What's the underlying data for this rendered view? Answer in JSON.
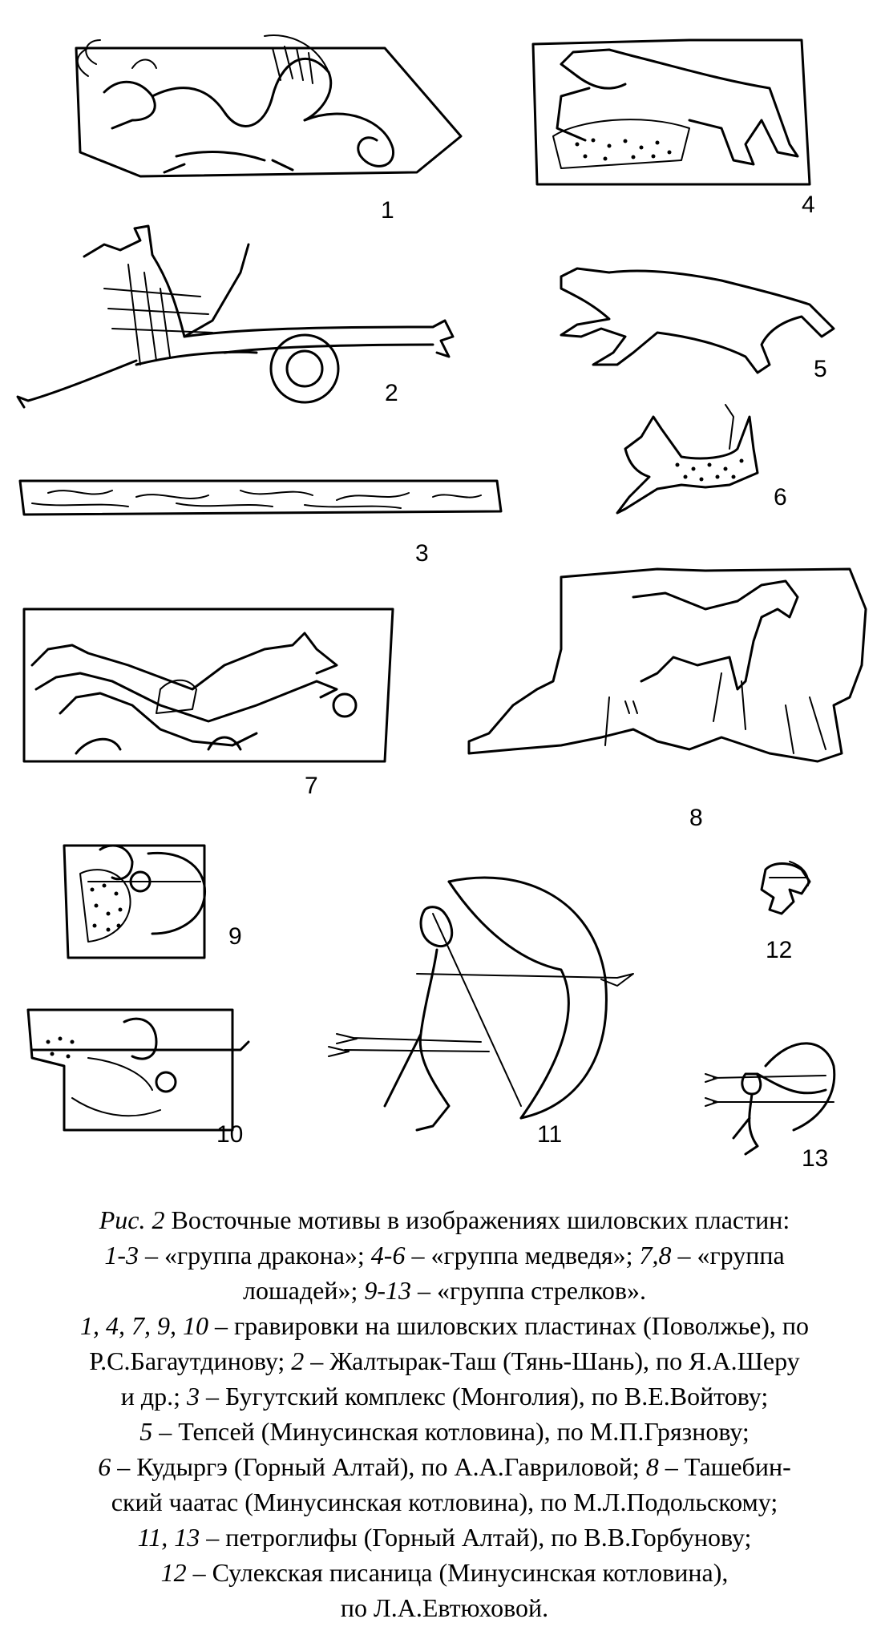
{
  "figure_numbers": {
    "n1": "1",
    "n2": "2",
    "n3": "3",
    "n4": "4",
    "n5": "5",
    "n6": "6",
    "n7": "7",
    "n8": "8",
    "n9": "9",
    "n10": "10",
    "n11": "11",
    "n12": "12",
    "n13": "13"
  },
  "caption": {
    "l1_fig": "Рис. 2",
    "l1_text": " Восточные мотивы в изображениях шиловских пластин:",
    "l2_a": "1-3",
    "l2_b": " – «группа дракона»; ",
    "l2_c": "4-6",
    "l2_d": " – «группа медведя»; ",
    "l2_e": "7,8",
    "l2_f": " – «группа",
    "l3_a": "лошадей»; ",
    "l3_b": "9-13",
    "l3_c": " – «группа стрелков».",
    "l4_a": "1, 4, 7, 9, 10",
    "l4_b": " – гравировки на шиловских пластинах (Поволжье), по",
    "l5_a": "Р.С.Багаутдинову; ",
    "l5_b": "2",
    "l5_c": " – Жалтырак-Таш (Тянь-Шань), по Я.А.Шеру",
    "l6_a": "и др.; ",
    "l6_b": "3",
    "l6_c": " – Бугутский комплекс (Монголия), по В.Е.Войтову;",
    "l7_a": "5",
    "l7_b": " – Тепсей (Минусинская котловина), по М.П.Грязнову;",
    "l8_a": "6",
    "l8_b": " – Кудыргэ (Горный Алтай), по А.А.Гавриловой; ",
    "l8_c": "8",
    "l8_d": " – Ташебин-",
    "l9": "ский чаатас (Минусинская котловина), по М.Л.Подольскому;",
    "l10_a": "11, 13",
    "l10_b": " – петроглифы (Горный Алтай), по В.В.Горбунову;",
    "l11_a": "12",
    "l11_b": " – Сулекская писаница (Минусинская котловина),",
    "l12": "по Л.А.Евтюховой."
  }
}
